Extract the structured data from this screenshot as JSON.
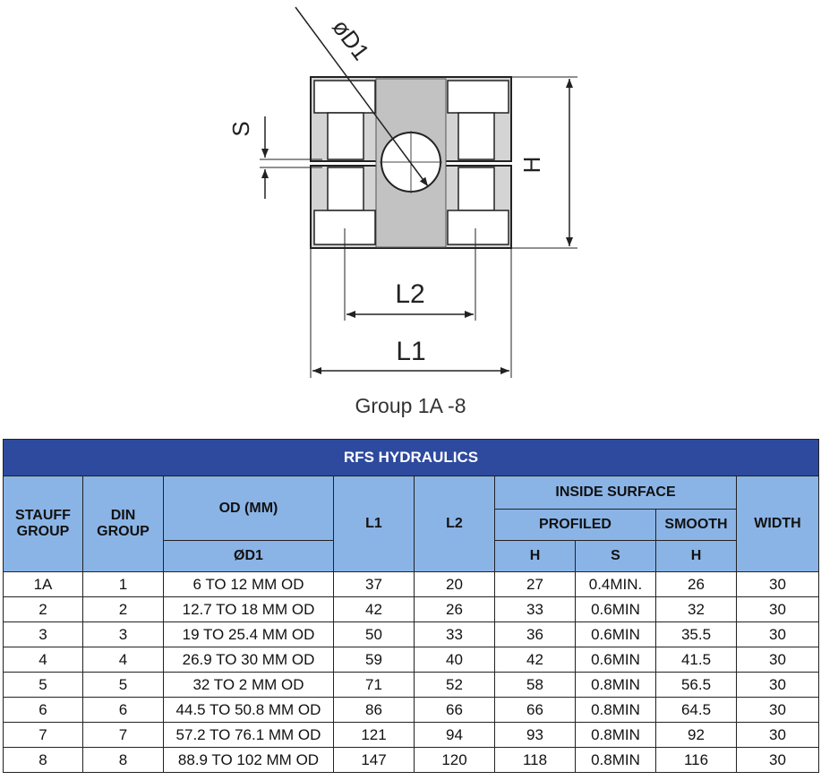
{
  "drawing": {
    "labels": {
      "d1": "øD1",
      "s": "S",
      "h": "H",
      "l2": "L2",
      "l1": "L1"
    },
    "caption": "Group 1A -8"
  },
  "table": {
    "title": "RFS HYDRAULICS",
    "headers": {
      "stauff_group": "STAUFF GROUP",
      "din_group": "DIN GROUP",
      "od": "OD (MM)",
      "od_sub": "ØD1",
      "l1": "L1",
      "l2": "L2",
      "inside_surface": "INSIDE SURFACE",
      "profiled": "PROFILED",
      "smooth": "SMOOTH",
      "width": "WIDTH",
      "h1": "H",
      "s": "S",
      "h2": "H"
    },
    "rows": [
      [
        "1A",
        "1",
        "6 TO 12 MM OD",
        "37",
        "20",
        "27",
        "0.4MIN.",
        "26",
        "30"
      ],
      [
        "2",
        "2",
        "12.7 TO 18 MM OD",
        "42",
        "26",
        "33",
        "0.6MIN",
        "32",
        "30"
      ],
      [
        "3",
        "3",
        "19 TO 25.4 MM OD",
        "50",
        "33",
        "36",
        "0.6MIN",
        "35.5",
        "30"
      ],
      [
        "4",
        "4",
        "26.9 TO 30 MM OD",
        "59",
        "40",
        "42",
        "0.6MIN",
        "41.5",
        "30"
      ],
      [
        "5",
        "5",
        "32 TO 2 MM OD",
        "71",
        "52",
        "58",
        "0.8MIN",
        "56.5",
        "30"
      ],
      [
        "6",
        "6",
        "44.5 TO 50.8 MM OD",
        "86",
        "66",
        "66",
        "0.8MIN",
        "64.5",
        "30"
      ],
      [
        "7",
        "7",
        "57.2 TO 76.1 MM OD",
        "121",
        "94",
        "93",
        "0.8MIN",
        "92",
        "30"
      ],
      [
        "8",
        "8",
        "88.9 TO 102 MM OD",
        "147",
        "120",
        "118",
        "0.8MIN",
        "116",
        "30"
      ]
    ]
  }
}
